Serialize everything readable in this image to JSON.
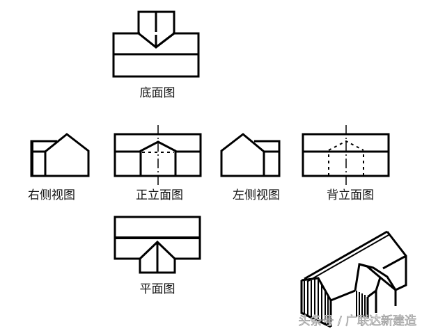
{
  "views": {
    "bottom": {
      "label": "底面图"
    },
    "right_side": {
      "label": "右侧视图"
    },
    "front": {
      "label": "正立面图"
    },
    "left_side": {
      "label": "左侧视图"
    },
    "back": {
      "label": "背立面图"
    },
    "plan": {
      "label": "平面图"
    }
  },
  "watermark": "头条号 / 广联达新建造",
  "colors": {
    "line": "#000000",
    "background": "#ffffff",
    "watermark": "#999999"
  }
}
